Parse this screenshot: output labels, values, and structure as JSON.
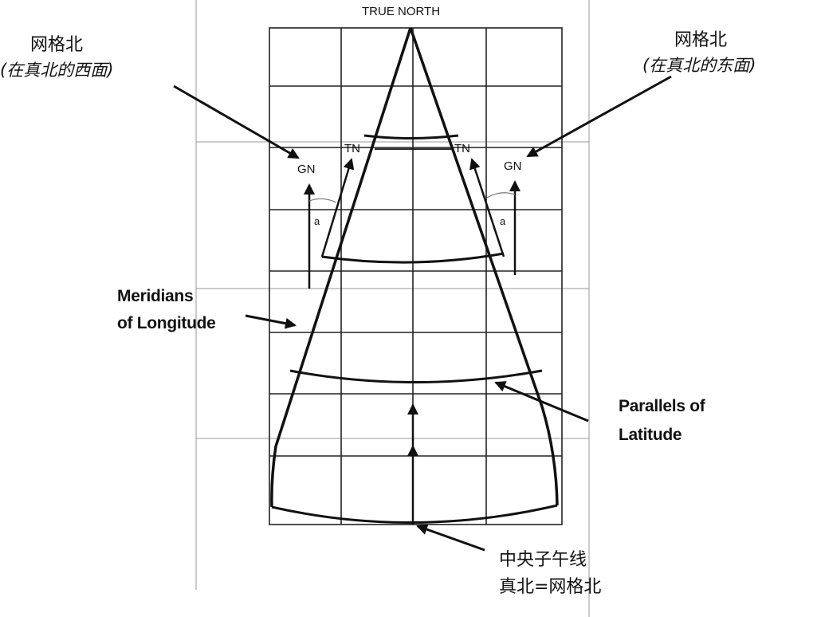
{
  "diagram": {
    "top_label": "TRUE NORTH",
    "left_note": {
      "title": "网格北",
      "subtitle": "(在真北的西面)"
    },
    "right_note": {
      "title": "网格北",
      "subtitle": "(在真北的东面)"
    },
    "tn_label": "TN",
    "gn_label": "GN",
    "angle_label": "a",
    "meridians_label": [
      "Meridians",
      "of Longitude"
    ],
    "parallels_label": [
      "Parallels of",
      "Latitude"
    ],
    "central_label": [
      "中央子午线",
      "真北=网格北"
    ]
  }
}
